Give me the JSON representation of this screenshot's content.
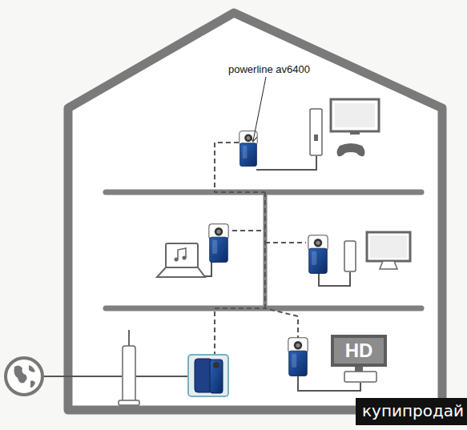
{
  "diagram": {
    "nodes": [
      {
        "text": [
          "HD"
        ]
      }
    ],
    "labels": [
      "powerline av6400",
      "купипродай"
    ]
  }
}
